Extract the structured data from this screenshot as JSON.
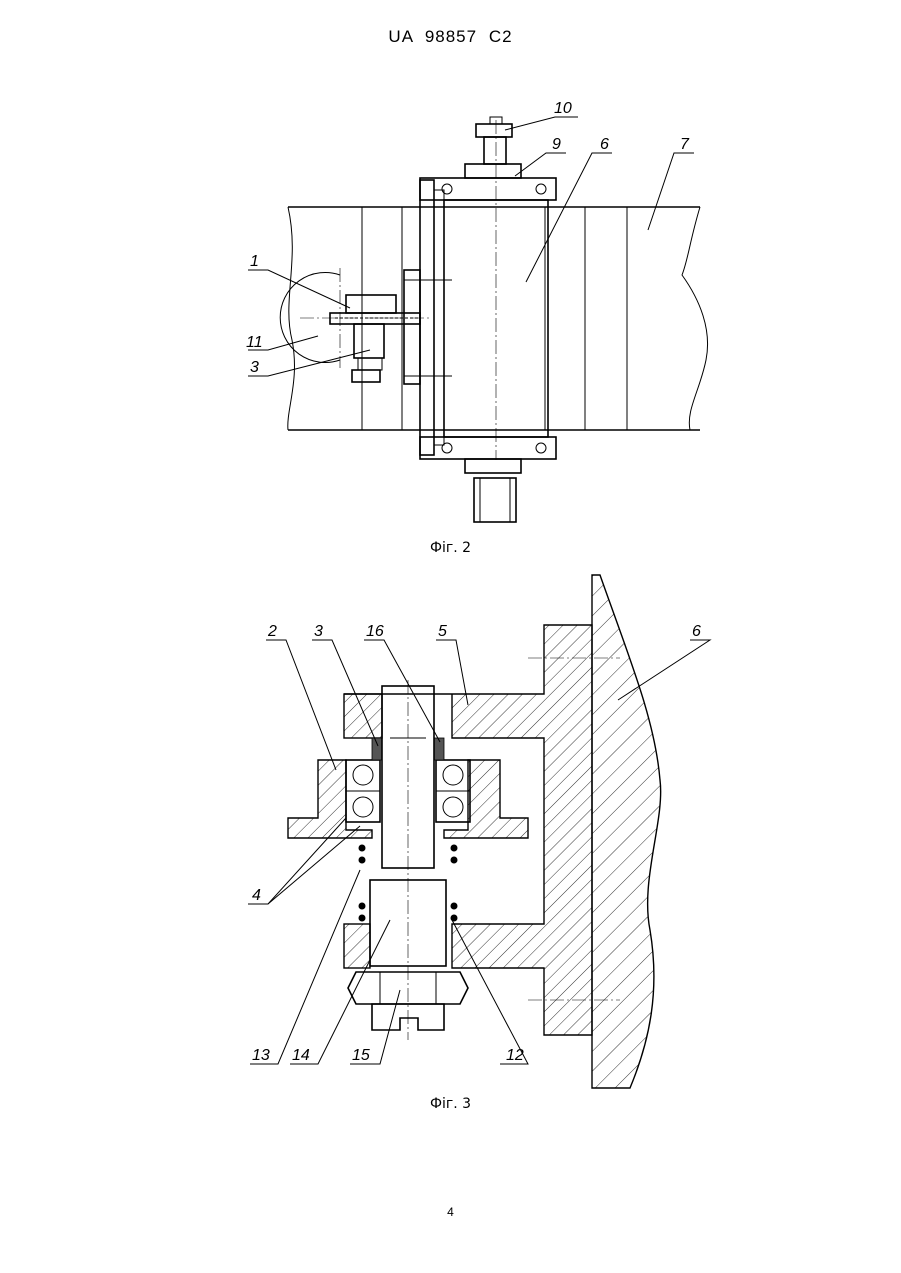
{
  "header": {
    "doc_id": "UA   98857   C2"
  },
  "figure2": {
    "caption": "Фіг. 2",
    "labels": {
      "l1": "1",
      "l3": "3",
      "l6": "6",
      "l7": "7",
      "l9": "9",
      "l10": "10",
      "l11": "11"
    }
  },
  "figure3": {
    "caption": "Фіг. 3",
    "labels": {
      "l2": "2",
      "l3": "3",
      "l4": "4",
      "l5": "5",
      "l6": "6",
      "l12": "12",
      "l13": "13",
      "l14": "14",
      "l15": "15",
      "l16": "16"
    }
  },
  "page_number": "4"
}
